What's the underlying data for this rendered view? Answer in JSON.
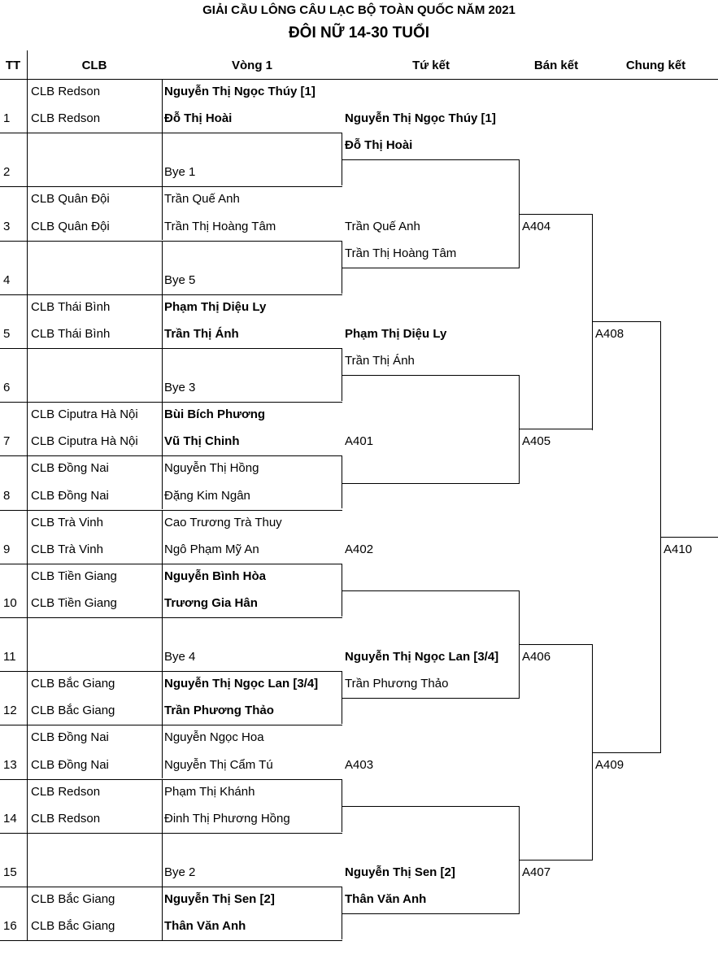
{
  "title": "GIẢI CẦU LÔNG CÂU LẠC BỘ TOÀN QUỐC NĂM 2021",
  "subtitle": "ĐÔI NỮ 14-30 TUỔI",
  "headers": {
    "tt": "TT",
    "clb": "CLB",
    "round1": "Vòng 1",
    "qf": "Tứ kết",
    "sf": "Bán kết",
    "final": "Chung kết"
  },
  "entries": [
    {
      "tt": "1",
      "club1": "CLB Redson",
      "club2": "CLB Redson",
      "p1": "Nguyễn Thị Ngọc Thúy [1]",
      "p2": "Đỗ Thị Hoài",
      "bold": true
    },
    {
      "tt": "2",
      "club1": "",
      "club2": "",
      "p1": "",
      "p2": "Bye 1",
      "bold": false
    },
    {
      "tt": "3",
      "club1": "CLB Quân Đội",
      "club2": "CLB Quân Đội",
      "p1": "Trần Quế Anh",
      "p2": "Trần Thị Hoàng Tâm",
      "bold": false
    },
    {
      "tt": "4",
      "club1": "",
      "club2": "",
      "p1": "",
      "p2": "Bye 5",
      "bold": false
    },
    {
      "tt": "5",
      "club1": "CLB Thái Bình",
      "club2": "CLB Thái Bình",
      "p1": "Phạm Thị Diệu Ly",
      "p2": "Trần Thị Ánh",
      "bold": true
    },
    {
      "tt": "6",
      "club1": "",
      "club2": "",
      "p1": "",
      "p2": "Bye 3",
      "bold": false
    },
    {
      "tt": "7",
      "club1": "CLB Ciputra Hà Nội",
      "club2": "CLB Ciputra Hà Nội",
      "p1": "Bùi Bích Phương",
      "p2": "Vũ Thị Chinh",
      "bold": true
    },
    {
      "tt": "8",
      "club1": "CLB Đồng Nai",
      "club2": "CLB Đồng Nai",
      "p1": "Nguyễn Thị Hồng",
      "p2": "Đặng Kim Ngân",
      "bold": false
    },
    {
      "tt": "9",
      "club1": "CLB Trà Vinh",
      "club2": "CLB Trà Vinh",
      "p1": "Cao Trương Trà Thuy",
      "p2": "Ngô Phạm Mỹ An",
      "bold": false
    },
    {
      "tt": "10",
      "club1": "CLB Tiền Giang",
      "club2": "CLB Tiền Giang",
      "p1": "Nguyễn Bình Hòa",
      "p2": "Trương Gia Hân",
      "bold": true
    },
    {
      "tt": "11",
      "club1": "",
      "club2": "",
      "p1": "",
      "p2": "Bye 4",
      "bold": false
    },
    {
      "tt": "12",
      "club1": "CLB Bắc Giang",
      "club2": "CLB Bắc Giang",
      "p1": "Nguyễn Thị Ngọc Lan [3/4]",
      "p2": "Trần Phương Thảo",
      "bold": true
    },
    {
      "tt": "13",
      "club1": "CLB Đồng Nai",
      "club2": "CLB Đồng Nai",
      "p1": "Nguyễn Ngọc Hoa",
      "p2": "Nguyễn Thị Cẩm Tú",
      "bold": false
    },
    {
      "tt": "14",
      "club1": "CLB Redson",
      "club2": "CLB Redson",
      "p1": "Phạm Thị Khánh",
      "p2": "Đinh Thị Phương Hồng",
      "bold": false
    },
    {
      "tt": "15",
      "club1": "",
      "club2": "",
      "p1": "",
      "p2": "Bye 2",
      "bold": false
    },
    {
      "tt": "16",
      "club1": "CLB Bắc Giang",
      "club2": "CLB Bắc Giang",
      "p1": "Nguyễn Thị Sen [2]",
      "p2": "Thân Văn Anh",
      "bold": true
    }
  ],
  "quarterfinal": [
    {
      "line1": "Nguyễn Thị Ngọc Thúy [1]",
      "line2": "Đỗ Thị Hoài",
      "bold": true
    },
    {
      "line1": "Trần Quế Anh",
      "line2": "Trần Thị Hoàng Tâm",
      "bold": false
    },
    {
      "line1": "Phạm Thị Diệu Ly",
      "line2": "Trần Thị Ánh",
      "bold": true,
      "bold2": false
    },
    {
      "line1": "A401",
      "line2": "",
      "bold": false
    },
    {
      "line1": "A402",
      "line2": "",
      "bold": false
    },
    {
      "line1": "Nguyễn Thị Ngọc Lan [3/4]",
      "line2": "Trần Phương Thảo",
      "bold": true,
      "bold2": false
    },
    {
      "line1": "A403",
      "line2": "",
      "bold": false
    },
    {
      "line1": "Nguyễn Thị Sen [2]",
      "line2": "Thân Văn Anh",
      "bold": true
    }
  ],
  "semifinal": [
    "A404",
    "A405",
    "A406",
    "A407"
  ],
  "final_round": [
    "A408",
    "A409"
  ],
  "champion_slot": "A410"
}
